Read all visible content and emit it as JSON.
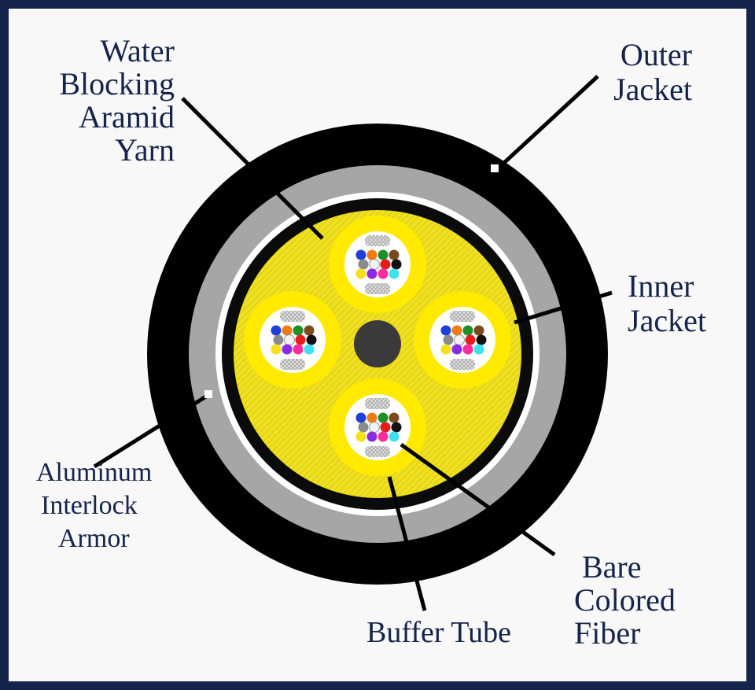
{
  "labels": {
    "water_blocking": [
      "Water",
      "Blocking",
      "Aramid",
      "Yarn"
    ],
    "outer_jacket": [
      "Outer",
      "Jacket"
    ],
    "inner_jacket": [
      "Inner",
      "Jacket"
    ],
    "aluminum_armor": [
      "Aluminum",
      "Interlock",
      "Armor"
    ],
    "buffer_tube": "Buffer Tube",
    "bare_fiber": [
      "Bare",
      "Colored",
      "Fiber"
    ]
  },
  "colors": {
    "frame": "#14244a",
    "outer_jacket": "#000000",
    "armor": "#a6a6a6",
    "inner_jacket": "#0b0b0b",
    "aramid_yarn": "#f2e11c",
    "buffer_tube": "#ffea00",
    "central_member": "#3a3a3a",
    "fiber_colors": [
      "#1f3fd9",
      "#f07a14",
      "#1f8f2a",
      "#7a4a1e",
      "#8a8a8a",
      "#f2f2f2",
      "#e61c1c",
      "#111111",
      "#f5e01a",
      "#8a2be2",
      "#ff2d9a",
      "#3fe0f0"
    ]
  }
}
